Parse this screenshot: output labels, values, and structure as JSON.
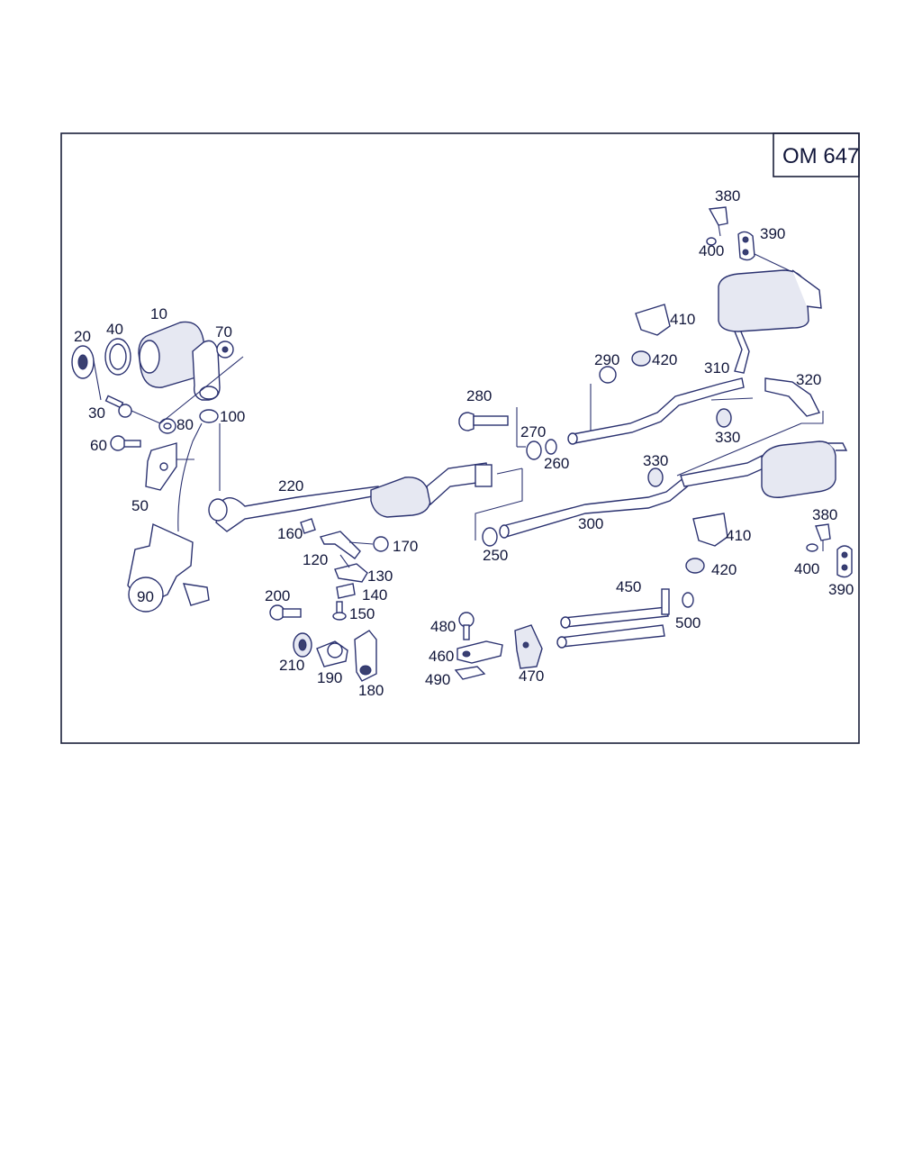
{
  "diagram": {
    "engine_code": "OM 647",
    "callouts": [
      {
        "id": "c10",
        "text": "10"
      },
      {
        "id": "c20",
        "text": "20"
      },
      {
        "id": "c30",
        "text": "30"
      },
      {
        "id": "c40",
        "text": "40"
      },
      {
        "id": "c50",
        "text": "50"
      },
      {
        "id": "c60",
        "text": "60"
      },
      {
        "id": "c70",
        "text": "70"
      },
      {
        "id": "c80",
        "text": "80"
      },
      {
        "id": "c90",
        "text": "90"
      },
      {
        "id": "c100",
        "text": "100"
      },
      {
        "id": "c120",
        "text": "120"
      },
      {
        "id": "c130",
        "text": "130"
      },
      {
        "id": "c140",
        "text": "140"
      },
      {
        "id": "c150",
        "text": "150"
      },
      {
        "id": "c160",
        "text": "160"
      },
      {
        "id": "c170",
        "text": "170"
      },
      {
        "id": "c180",
        "text": "180"
      },
      {
        "id": "c190",
        "text": "190"
      },
      {
        "id": "c200",
        "text": "200"
      },
      {
        "id": "c210",
        "text": "210"
      },
      {
        "id": "c220",
        "text": "220"
      },
      {
        "id": "c250",
        "text": "250"
      },
      {
        "id": "c260",
        "text": "260"
      },
      {
        "id": "c270",
        "text": "270"
      },
      {
        "id": "c280",
        "text": "280"
      },
      {
        "id": "c290",
        "text": "290"
      },
      {
        "id": "c300",
        "text": "300"
      },
      {
        "id": "c310",
        "text": "310"
      },
      {
        "id": "c320",
        "text": "320"
      },
      {
        "id": "c330a",
        "text": "330"
      },
      {
        "id": "c330b",
        "text": "330"
      },
      {
        "id": "c380a",
        "text": "380"
      },
      {
        "id": "c380b",
        "text": "380"
      },
      {
        "id": "c390a",
        "text": "390"
      },
      {
        "id": "c390b",
        "text": "390"
      },
      {
        "id": "c400a",
        "text": "400"
      },
      {
        "id": "c400b",
        "text": "400"
      },
      {
        "id": "c410a",
        "text": "410"
      },
      {
        "id": "c410b",
        "text": "410"
      },
      {
        "id": "c420a",
        "text": "420"
      },
      {
        "id": "c420b",
        "text": "420"
      },
      {
        "id": "c450",
        "text": "450"
      },
      {
        "id": "c460",
        "text": "460"
      },
      {
        "id": "c470",
        "text": "470"
      },
      {
        "id": "c480",
        "text": "480"
      },
      {
        "id": "c490",
        "text": "490"
      },
      {
        "id": "c500",
        "text": "500"
      }
    ],
    "colors": {
      "ink": "#2b3270",
      "text": "#11163a"
    }
  }
}
